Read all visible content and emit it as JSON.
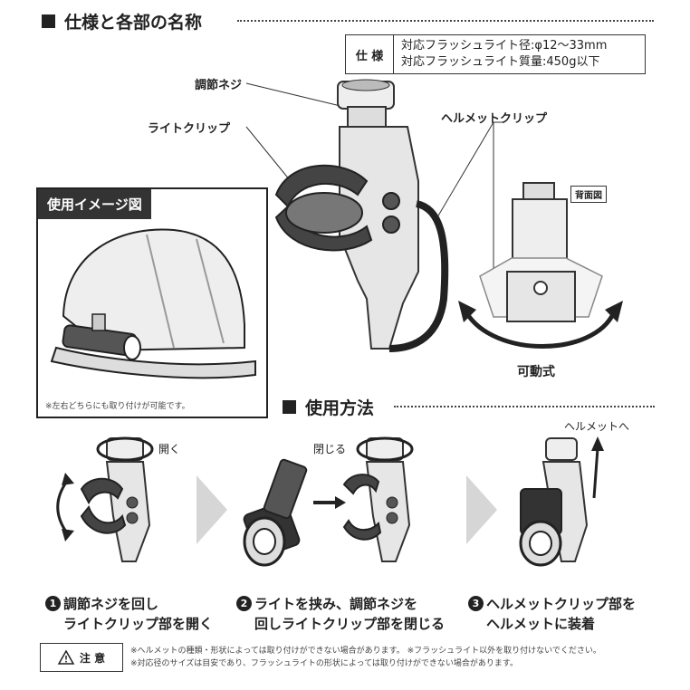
{
  "spec_section": {
    "title": "仕様と各部の名称",
    "spec_key": "仕 様",
    "spec_line1": "対応フラッシュライト径:φ12～33mm",
    "spec_line2": "対応フラッシュライト質量:450g以下"
  },
  "parts": {
    "adjust_screw": "調節ネジ",
    "light_clip": "ライトクリップ",
    "helmet_clip": "ヘルメットクリップ",
    "back_view": "背面図",
    "movable": "可動式"
  },
  "usage_image": {
    "title": "使用イメージ図",
    "note": "※左右どちらにも取り付けが可能です。"
  },
  "usage_section": {
    "title": "使用方法",
    "open": "開く",
    "close": "閉じる",
    "to_helmet": "ヘルメットへ",
    "steps": [
      {
        "num": "1",
        "line1": "調節ネジを回し",
        "line2": "ライトクリップ部を開く"
      },
      {
        "num": "2",
        "line1": "ライトを挟み、調節ネジを",
        "line2": "回しライトクリップ部を閉じる"
      },
      {
        "num": "3",
        "line1": "ヘルメットクリップ部を",
        "line2": "ヘルメットに装着"
      }
    ]
  },
  "caution": {
    "label": "注 意",
    "line1": "※ヘルメットの種類・形状によっては取り付けができない場合があります。 ※フラッシュライト以外を取り付けないでください。",
    "line2": "※対応径のサイズは目安であり、フラッシュライトの形状によっては取り付けができない場合があります。"
  }
}
